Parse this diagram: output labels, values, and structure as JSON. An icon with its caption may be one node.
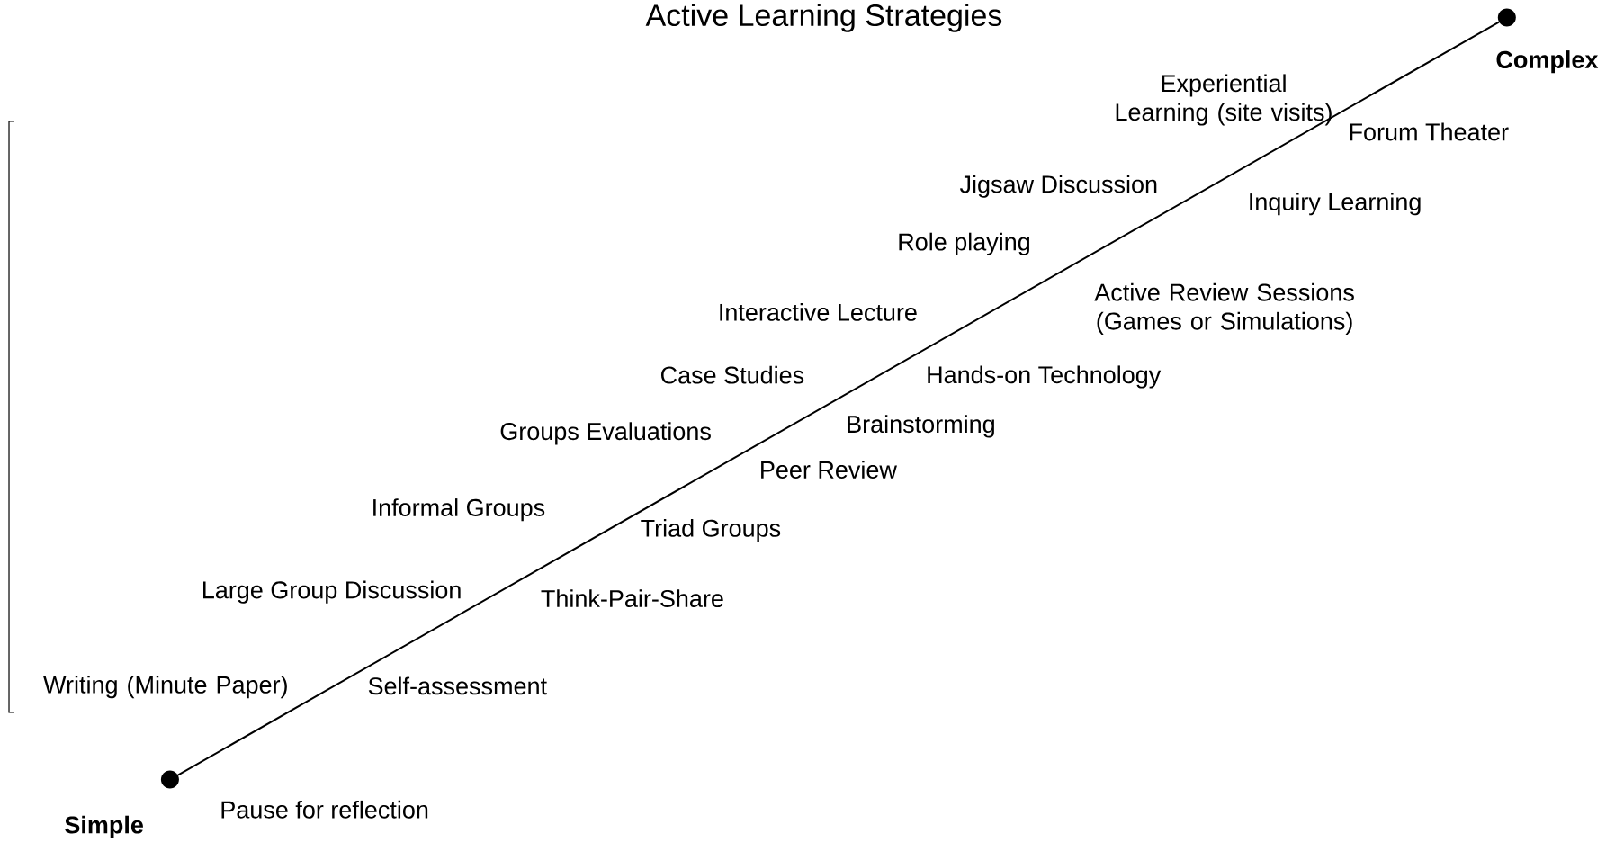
{
  "diagram": {
    "title": "Active Learning Strategies",
    "nodes": [
      {
        "text": [],
        "shape": "circle",
        "beside": [
          "Simple"
        ]
      },
      {
        "text": [],
        "shape": "circle",
        "beside": [
          "Complex"
        ]
      }
    ],
    "edges": [
      {
        "from": 0,
        "to": 1,
        "arrow": "none"
      }
    ],
    "labels": [
      "Experiential Learning (site visits)",
      "Forum Theater",
      "Jigsaw Discussion",
      "Inquiry Learning",
      "Role playing",
      "Active Review Sessions (Games or Simulations)",
      "Interactive Lecture",
      "Case Studies",
      "Hands-on Technology",
      "Groups Evaluations",
      "Brainstorming",
      "Peer Review",
      "Informal Groups",
      "Triad Groups",
      "Large Group Discussion",
      "Think-Pair-Share",
      "Writing (Minute Paper)",
      "Self-assessment",
      "Pause for reflection"
    ]
  }
}
